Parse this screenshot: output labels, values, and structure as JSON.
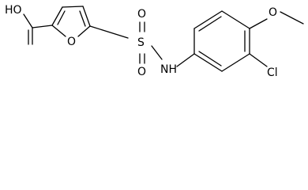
{
  "molecule": {
    "labels": {
      "hydroxyl": "HO",
      "furan_oxygen": "O",
      "sulfonyl_sulfur": "S",
      "sulfonyl_oxygen_top": "O",
      "sulfonyl_oxygen_bottom": "O",
      "amine": "NH",
      "methoxy_oxygen": "O",
      "chlorine": "Cl"
    }
  }
}
